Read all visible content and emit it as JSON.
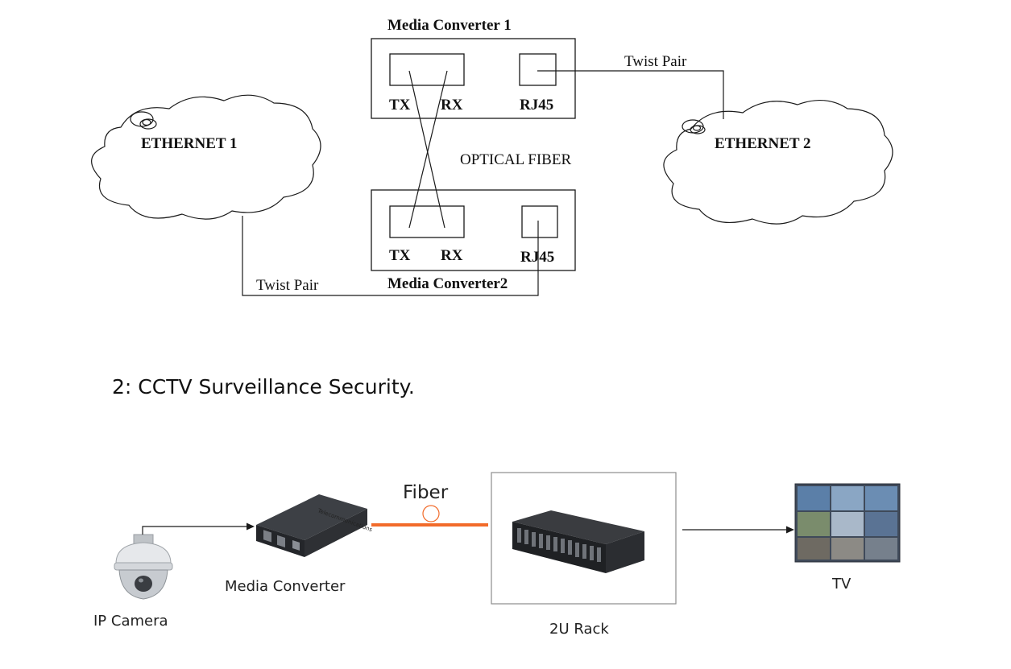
{
  "top_diagram": {
    "converter_1_title": "Media Converter 1",
    "converter_2_title": "Media Converter2",
    "tx_label": "TX",
    "rx_label": "RX",
    "rj45_label": "RJ45",
    "ethernet_1": "ETHERNET 1",
    "ethernet_2": "ETHERNET 2",
    "optical_fiber": "OPTICAL FIBER",
    "twist_pair": "Twist Pair"
  },
  "section_title": "2: CCTV Surveillance Security.",
  "bottom_diagram": {
    "fiber_label": "Fiber",
    "ip_camera_label": "IP Camera",
    "media_converter_label": "Media Converter",
    "rack_label": "2U Rack",
    "tv_label": "TV",
    "fiber_color": "#f26b2a",
    "converter_print": "Telecommunications"
  }
}
